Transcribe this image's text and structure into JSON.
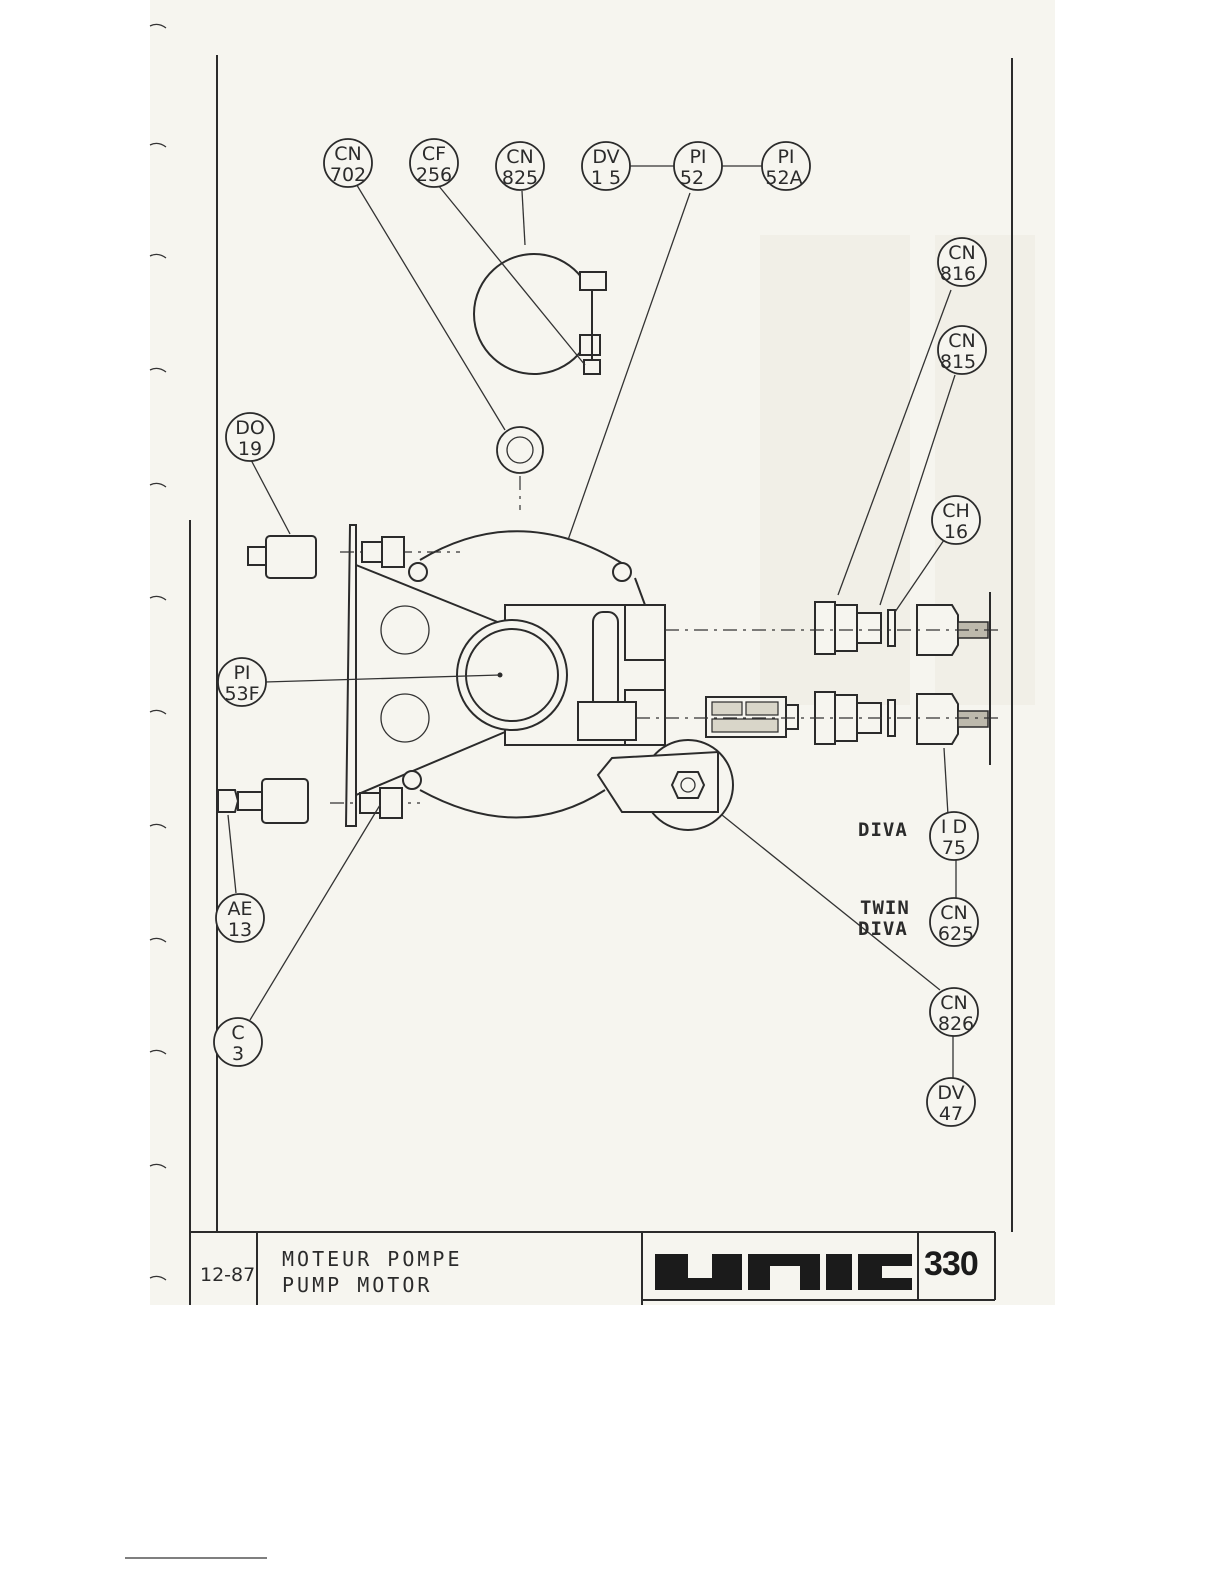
{
  "callouts": [
    {
      "id": "cn702",
      "l1": "CN",
      "l2": "702"
    },
    {
      "id": "cf256",
      "l1": "CF",
      "l2": "256"
    },
    {
      "id": "cn825",
      "l1": "CN",
      "l2": "825"
    },
    {
      "id": "dv15",
      "l1": "DV",
      "l2": "1 5"
    },
    {
      "id": "pi52",
      "l1": "PI",
      "l2": "52"
    },
    {
      "id": "pi52a",
      "l1": "PI",
      "l2": "52A"
    },
    {
      "id": "cn816",
      "l1": "CN",
      "l2": "816"
    },
    {
      "id": "cn815",
      "l1": "CN",
      "l2": "815"
    },
    {
      "id": "do19",
      "l1": "DO",
      "l2": "19"
    },
    {
      "id": "ch16",
      "l1": "CH",
      "l2": "16"
    },
    {
      "id": "pi53f",
      "l1": "PI",
      "l2": "53F"
    },
    {
      "id": "id75",
      "l1": "I D",
      "l2": "75"
    },
    {
      "id": "cn625",
      "l1": "CN",
      "l2": "625"
    },
    {
      "id": "ae13",
      "l1": "AE",
      "l2": "13"
    },
    {
      "id": "cn826",
      "l1": "CN",
      "l2": "826"
    },
    {
      "id": "c3",
      "l1": "C",
      "l2": "3"
    },
    {
      "id": "dv47",
      "l1": "DV",
      "l2": "47"
    }
  ],
  "variant_labels": {
    "diva": "DIVA",
    "twin_l1": "TWIN",
    "twin_l2": "DIVA"
  },
  "title_block": {
    "date": "12-87",
    "title_fr": "MOTEUR POMPE",
    "title_en": "PUMP MOTOR",
    "brand": "UNIC",
    "page_number": "330"
  },
  "colors": {
    "ink": "#2b2b2b",
    "paper": "#f6f5ef"
  }
}
